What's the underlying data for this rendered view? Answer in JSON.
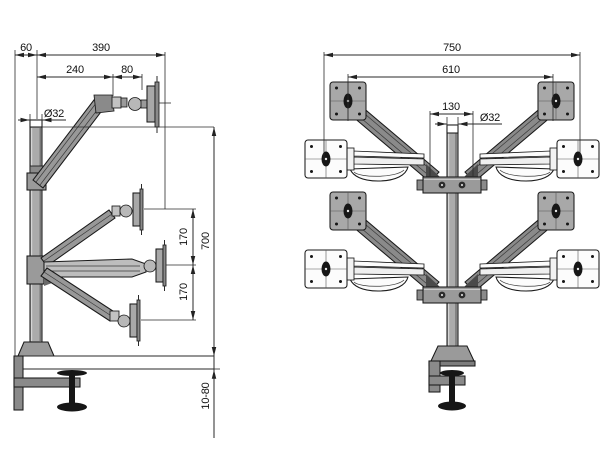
{
  "sv": {
    "d60": "60",
    "d390": "390",
    "d240": "240",
    "d80": "80",
    "dia": "Ø32",
    "d170a": "170",
    "d170b": "170",
    "d700": "700",
    "dclamp": "10-80"
  },
  "fv": {
    "d750": "750",
    "d610": "610",
    "d130": "130",
    "dia": "Ø32"
  },
  "colors": {
    "line": "#1a1a1a",
    "dim": "#2a2a2a",
    "metal": "#ababab",
    "metal_dark": "#8a8a8a",
    "metal_mid": "#9a9a9a",
    "metal_light": "#d5d5d5",
    "plate": "#a8a8a8",
    "plate_white": "#fcfcfc",
    "black": "#161616",
    "bg": "#ffffff"
  }
}
